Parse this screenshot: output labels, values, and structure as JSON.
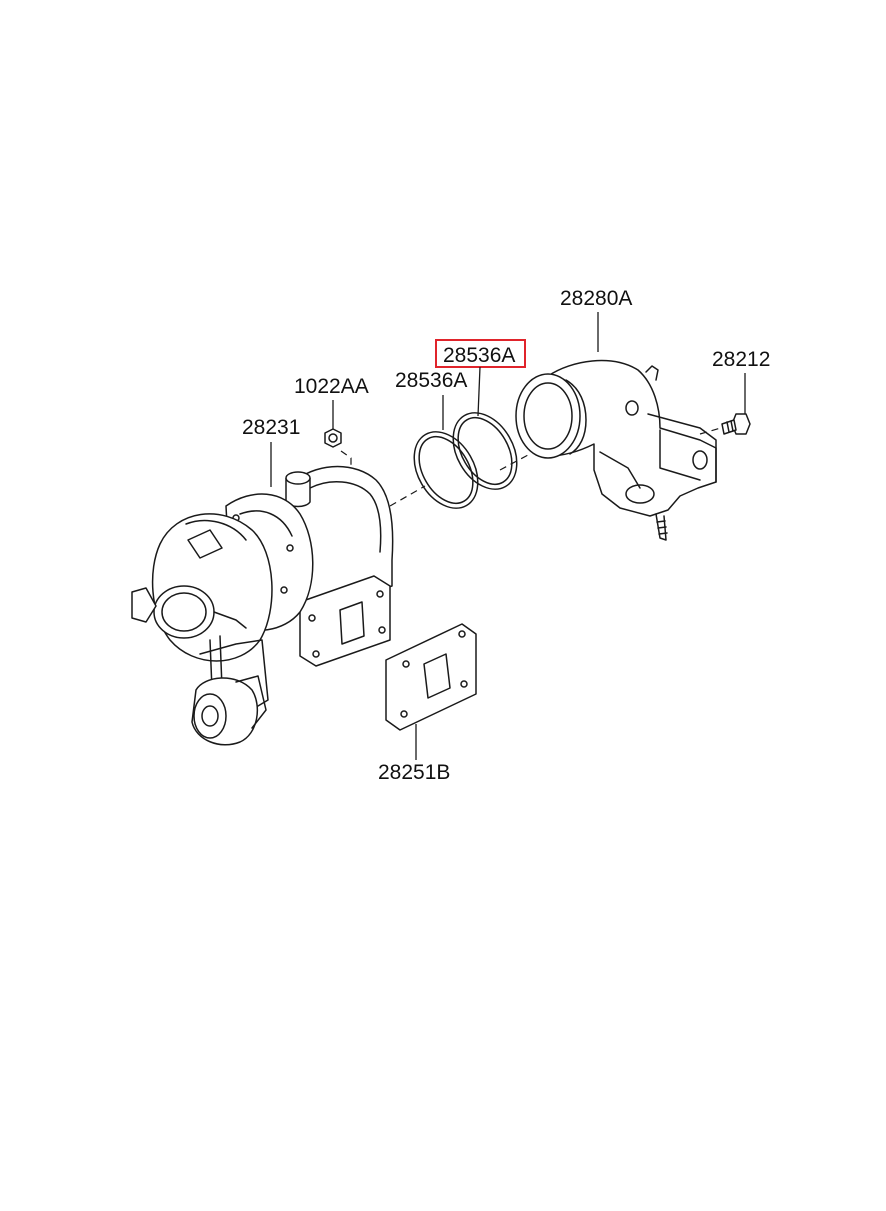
{
  "diagram": {
    "parts": [
      {
        "id": "p-28280A",
        "label": "28280A"
      },
      {
        "id": "p-28212",
        "label": "28212"
      },
      {
        "id": "p-28536A-highlight",
        "label": "28536A",
        "highlighted": true
      },
      {
        "id": "p-28536A",
        "label": "28536A"
      },
      {
        "id": "p-1022AA",
        "label": "1022AA"
      },
      {
        "id": "p-28231",
        "label": "28231"
      },
      {
        "id": "p-28251B",
        "label": "28251B"
      }
    ],
    "highlight_color": "#e0242b",
    "line_color": "#1a1a1a"
  }
}
